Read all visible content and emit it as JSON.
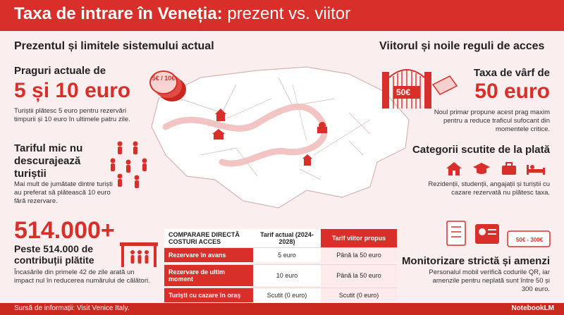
{
  "header": {
    "title_bold": "Taxa de intrare în Veneția:",
    "title_light": "prezent vs. viitor"
  },
  "left": {
    "section_title": "Prezentul și limitele sistemului actual",
    "thresholds": {
      "heading": "Praguri actuale de",
      "value": "5 și 10 euro",
      "coin_label": "5€ / 10€",
      "text": "Turiștii plătesc 5 euro pentru rezervări timpurii și 10 euro în ultimele patru zile."
    },
    "deterrence": {
      "heading": "Tariful mic nu descurajează turiștii",
      "text": "Mai mult de jumătate dintre turiști au preferat să plătească 10 euro fără rezervare."
    },
    "contributors": {
      "value": "514.000+",
      "heading": "Peste 514.000 de contribuții plătite",
      "text": "Încasările din primele 42 de zile arată un impact nul în reducerea numărului de călători."
    }
  },
  "right": {
    "section_title": "Viitorul și noile reguli de acces",
    "peak": {
      "heading": "Taxa de vârf de",
      "value": "50 euro",
      "tag_label": "50€",
      "text": "Noul primar propune acest prag maxim pentru a reduce traficul sufocant din momentele critice."
    },
    "exempt": {
      "heading": "Categorii scutite de la plată",
      "text": "Rezidenții, studenții, angajații și turiștii cu cazare rezervată nu plătesc taxa."
    },
    "fines": {
      "heading": "Monitorizare strictă și amenzi",
      "ticket_label": "50€ - 300€",
      "text": "Personalul mobil verifică codurile QR, iar amenzile pentru neplată sunt între 50 și 300 euro."
    }
  },
  "table": {
    "headers": [
      "COMPARARE DIRECTĂ COSTURI ACCES",
      "Tarif actual (2024-2028)",
      "Tarif viitor propus"
    ],
    "rows": [
      [
        "Rezervare în avans",
        "5 euro",
        "Până la 50 euro"
      ],
      [
        "Rezervare de ultim moment",
        "10 euro",
        "Până la 50 euro"
      ],
      [
        "Turiști cu cazare în oraș",
        "Scutit (0 euro)",
        "Scutit (0 euro)"
      ]
    ]
  },
  "footer": {
    "source": "Sursă de informații: Visit Venice Italy.",
    "logo": "NotebookLM"
  },
  "colors": {
    "accent": "#d92f2a",
    "background": "#fbeeee",
    "map_fill": "#ffffff"
  }
}
